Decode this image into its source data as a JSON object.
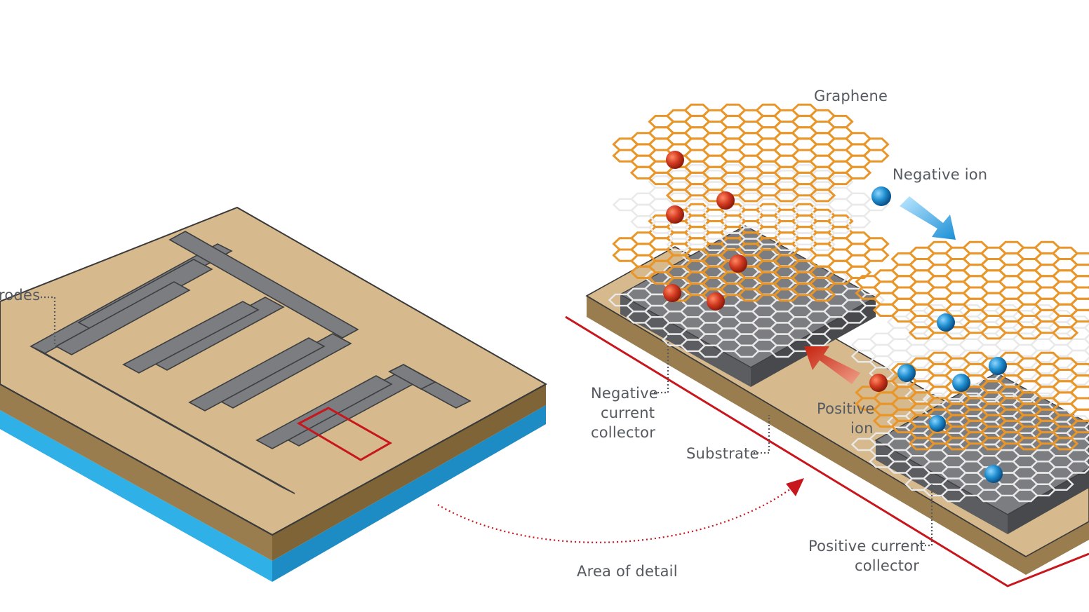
{
  "labels": {
    "electrodes": "rodes",
    "graphene": "Graphene",
    "negative_ion": "Negative ion",
    "positive_ion_line1": "Positive",
    "positive_ion_line2": "ion",
    "negative_collector_line1": "Negative",
    "negative_collector_line2": "current",
    "negative_collector_line3": "collector",
    "substrate": "Substrate",
    "positive_collector_line1": "Positive current",
    "positive_collector_line2": "collector",
    "area_of_detail": "Area of detail"
  },
  "colors": {
    "substrate_tan": "#d6b98c",
    "substrate_side": "#9a7d4e",
    "base_blue": "#2fb0e6",
    "electrode_gray": "#7b7d81",
    "graphene_orange": "#e8962a",
    "graphene_white": "#e9e9e9",
    "negative_ion_blue": "#1f8fd0",
    "positive_ion_red": "#d23a20",
    "detail_red": "#c8161d"
  }
}
